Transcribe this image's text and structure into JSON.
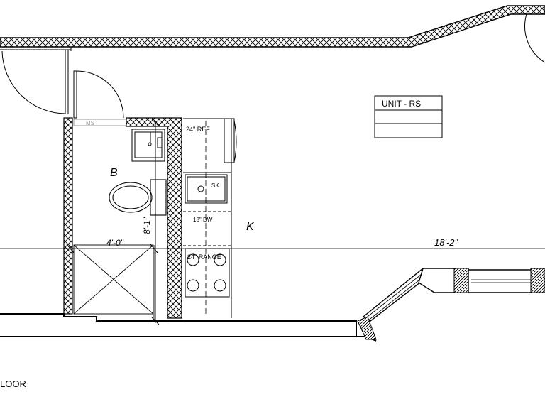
{
  "plan": {
    "unit_table": {
      "title": "UNIT - RS"
    },
    "labels": {
      "ms": "MS",
      "bath": "B",
      "kitchen": "K",
      "ref": "24\" REF",
      "sink": "SK",
      "dw": "18\" DW",
      "range": "24\" RANGE",
      "floor": "LOOR"
    },
    "dimensions": {
      "bath_width": "4'-0\"",
      "bath_depth": "8'-1\"",
      "unit_length": "18'-2\""
    }
  }
}
